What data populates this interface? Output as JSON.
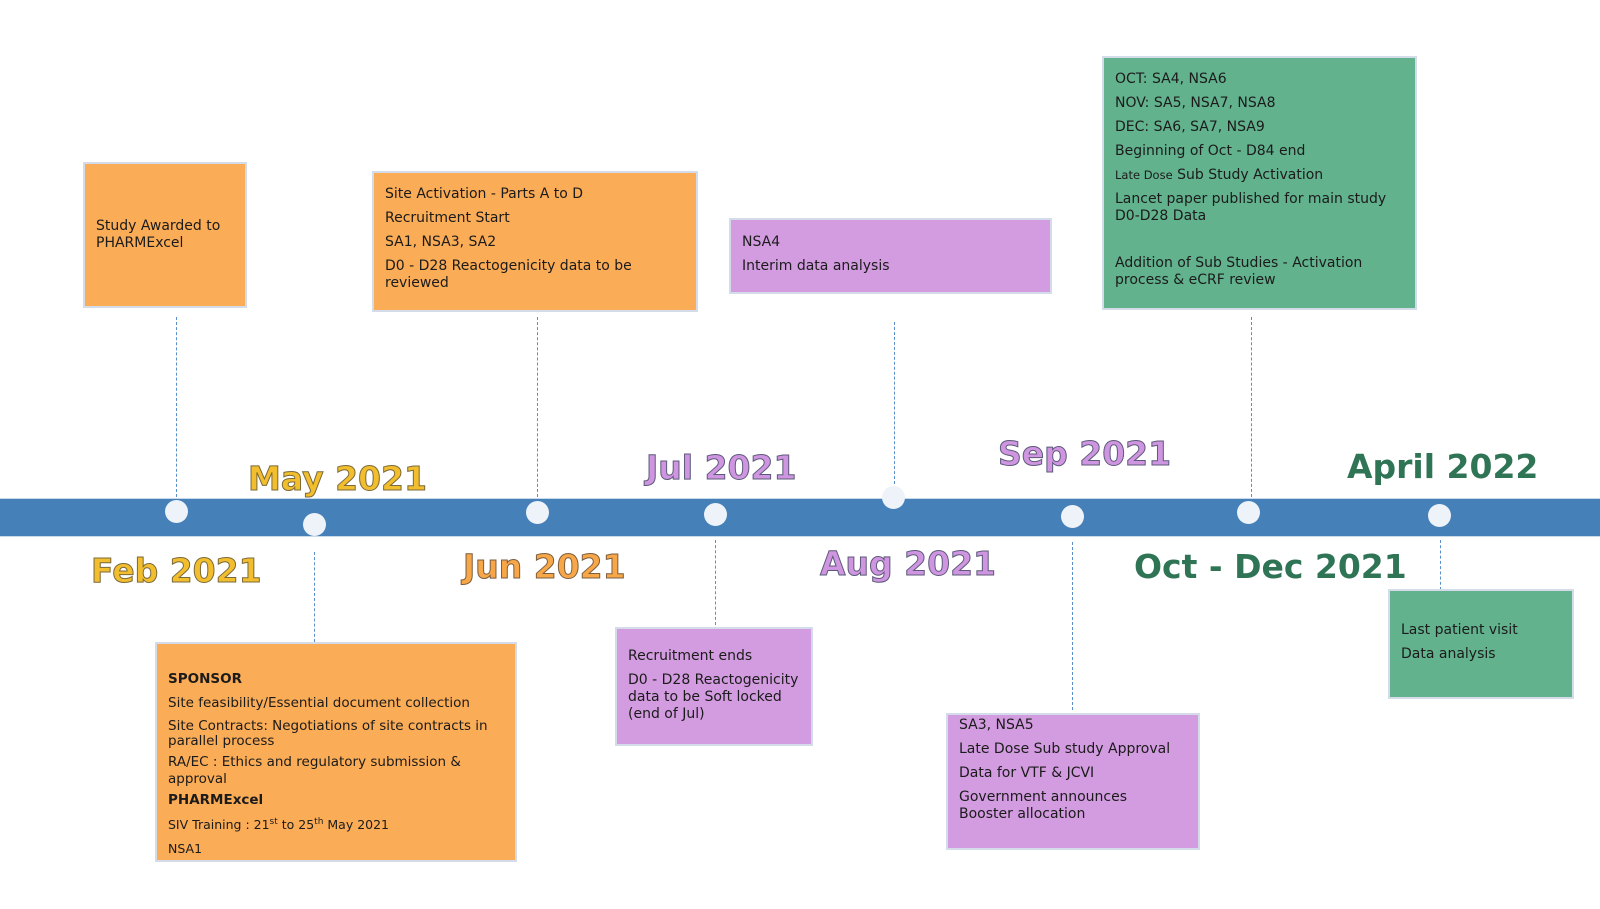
{
  "colors": {
    "timeline_bar": "#4580b8",
    "milestone_dot": "#eef2f9",
    "connector": "#5b8fc9",
    "box_orange": "#fbac56",
    "box_purple": "#d39ce0",
    "box_green": "#62b28e",
    "label_gold": "#f2be2e",
    "label_orange": "#f7a648",
    "label_purple": "#cf95e0",
    "label_green": "#2f7455"
  },
  "timeline": {
    "milestones": [
      {
        "id": "feb-2021",
        "label": "Feb 2021",
        "label_color": "gold",
        "position": "below-label"
      },
      {
        "id": "may-2021",
        "label": "May 2021",
        "label_color": "gold",
        "position": "above-label"
      },
      {
        "id": "jun-2021",
        "label": "Jun 2021",
        "label_color": "orange",
        "position": "below-label"
      },
      {
        "id": "jul-2021",
        "label": "Jul 2021",
        "label_color": "purple",
        "position": "above-label"
      },
      {
        "id": "aug-2021",
        "label": "Aug 2021",
        "label_color": "purple",
        "position": "below-label"
      },
      {
        "id": "sep-2021",
        "label": "Sep 2021",
        "label_color": "purple",
        "position": "above-label"
      },
      {
        "id": "oct-dec-2021",
        "label": "Oct - Dec 2021",
        "label_color": "green",
        "position": "below-label"
      },
      {
        "id": "april-2022",
        "label": "April 2022",
        "label_color": "green",
        "position": "above-label"
      }
    ]
  },
  "boxes": {
    "feb_2021": {
      "lines": [
        "Study Awarded to PHARMExcel"
      ]
    },
    "may_2021": {
      "heading_sponsor": "SPONSOR",
      "sponsor_items": [
        "Site feasibility/Essential document collection",
        "Site Contracts: Negotiations of site contracts in parallel process",
        "RA/EC : Ethics and regulatory submission & approval"
      ],
      "heading_pharmexcel": "PHARMExcel",
      "siv_prefix": "SIV Training : 21",
      "siv_sup1": "st",
      "siv_mid": " to 25",
      "siv_sup2": "th",
      "siv_suffix": " May 2021",
      "nsa": "NSA1"
    },
    "jun_2021": {
      "lines": [
        "Site Activation - Parts A to D",
        "Recruitment Start",
        "SA1, NSA3, SA2",
        "D0 - D28 Reactogenicity data to be reviewed"
      ]
    },
    "jul_2021": {
      "lines": [
        "Recruitment ends",
        "D0 - D28 Reactogenicity data to be Soft locked (end of Jul)"
      ]
    },
    "aug_2021": {
      "lines": [
        "NSA4",
        "Interim data analysis"
      ]
    },
    "sep_2021": {
      "lines": [
        "SA3, NSA5",
        "Late Dose Sub study Approval",
        "Data for VTF & JCVI",
        "Government announces Booster allocation"
      ]
    },
    "oct_dec_2021": {
      "line1": "OCT: SA4, NSA6",
      "line2": "NOV: SA5, NSA7, NSA8",
      "line3": "DEC: SA6, SA7, NSA9",
      "line4": "Beginning of Oct - D84 end",
      "line5_small": "Late Dose",
      "line5_rest": " Sub Study Activation",
      "line6": "Lancet paper published for main study D0-D28 Data",
      "line7": "Addition of Sub Studies  - Activation process & eCRF review"
    },
    "april_2022": {
      "lines": [
        "Last patient visit",
        "Data analysis"
      ]
    }
  }
}
